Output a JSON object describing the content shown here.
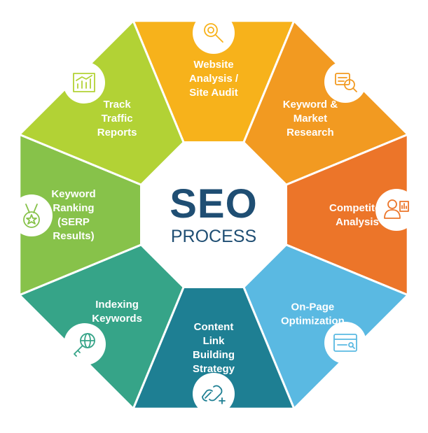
{
  "center": {
    "title": "SEO",
    "subtitle": "PROCESS"
  },
  "segments": [
    {
      "id": "website-analysis",
      "lines": [
        "Website",
        "Analysis /",
        "Site Audit"
      ],
      "color": "#f7b21b",
      "icon": "magnifier-icon"
    },
    {
      "id": "keyword-research",
      "lines": [
        "Keyword &",
        "Market",
        "Research"
      ],
      "color": "#f29a21",
      "icon": "keyword-research-icon"
    },
    {
      "id": "competitor-analysis",
      "lines": [
        "Competitor",
        "Analysis"
      ],
      "color": "#ec7529",
      "icon": "competitor-icon"
    },
    {
      "id": "on-page-optimization",
      "lines": [
        "On-Page",
        "Optimization"
      ],
      "color": "#5ab9e2",
      "icon": "browser-window-icon"
    },
    {
      "id": "content-link-building",
      "lines": [
        "Content",
        "Link",
        "Building",
        "Strategy"
      ],
      "color": "#1e7f93",
      "icon": "link-plus-icon"
    },
    {
      "id": "indexing-keywords",
      "lines": [
        "Indexing",
        "Keywords"
      ],
      "color": "#36a488",
      "icon": "globe-key-icon"
    },
    {
      "id": "keyword-ranking",
      "lines": [
        "Keyword",
        "Ranking",
        "(SERP",
        "Results)"
      ],
      "color": "#87c24a",
      "icon": "medal-icon"
    },
    {
      "id": "track-traffic",
      "lines": [
        "Track",
        "Traffic",
        "Reports"
      ],
      "color": "#b2d235",
      "icon": "bar-chart-icon"
    }
  ]
}
